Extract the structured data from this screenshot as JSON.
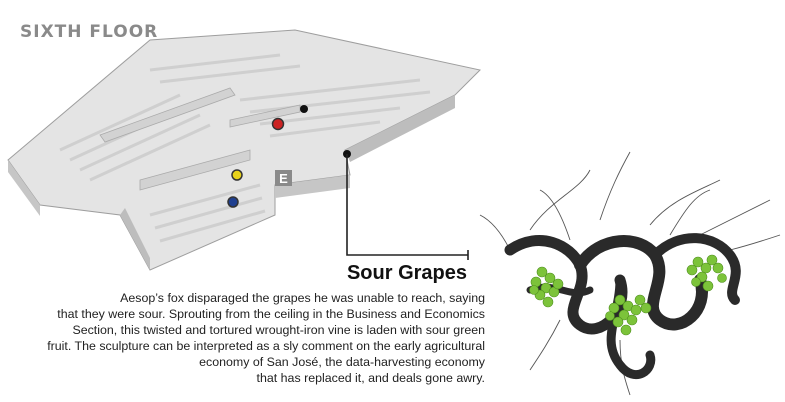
{
  "floor": {
    "title": "SIXTH FLOOR",
    "entrance_label": "E"
  },
  "markers": [
    {
      "name": "black",
      "color": "#111111"
    },
    {
      "name": "red",
      "color": "#cc2222"
    },
    {
      "name": "yellow",
      "color": "#e8d21a"
    },
    {
      "name": "blue",
      "color": "#1f3f8f"
    },
    {
      "name": "black-2",
      "color": "#111111"
    }
  ],
  "artwork": {
    "title": "Sour Grapes",
    "description_lines": [
      "Aesop’s fox disparaged the grapes he was unable to reach, saying",
      "that they were sour. Sprouting from the ceiling in the Business and Economics",
      "Section, this twisted and tortured wrought-iron vine is laden with sour green",
      "fruit. The sculpture can be interpreted as a sly comment on the early agricultural",
      "economy of San José, the data-harvesting economy",
      "that has replaced it, and deals gone awry."
    ]
  },
  "colors": {
    "wall": "#c9c9c9",
    "floor": "#e8e8e8",
    "vine": "#2a2a2a",
    "grape": "#7cc33a"
  }
}
